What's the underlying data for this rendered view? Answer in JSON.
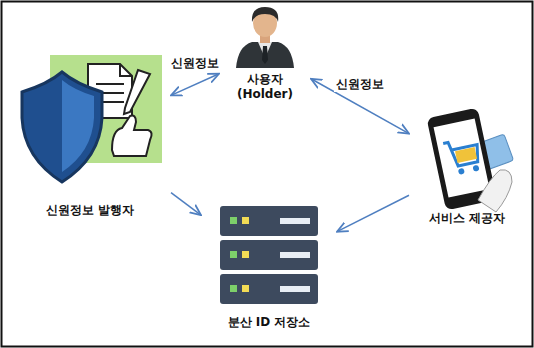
{
  "diagram": {
    "nodes": [
      {
        "text": [
          "사용자",
          "(Holder)"
        ]
      },
      {
        "text": [
          "신원정보 발행자"
        ]
      },
      {
        "text": [
          "서비스 제공자"
        ]
      },
      {
        "text": [
          "분산 ID 저장소"
        ]
      }
    ],
    "edges": [
      {
        "from": 0,
        "to": 1,
        "label": "신원정보",
        "arrow": "both"
      },
      {
        "from": 0,
        "to": 2,
        "label": "신원정보",
        "arrow": "both"
      },
      {
        "from": 1,
        "to": 3,
        "arrow": "to"
      },
      {
        "from": 2,
        "to": 3,
        "arrow": "to"
      }
    ]
  }
}
